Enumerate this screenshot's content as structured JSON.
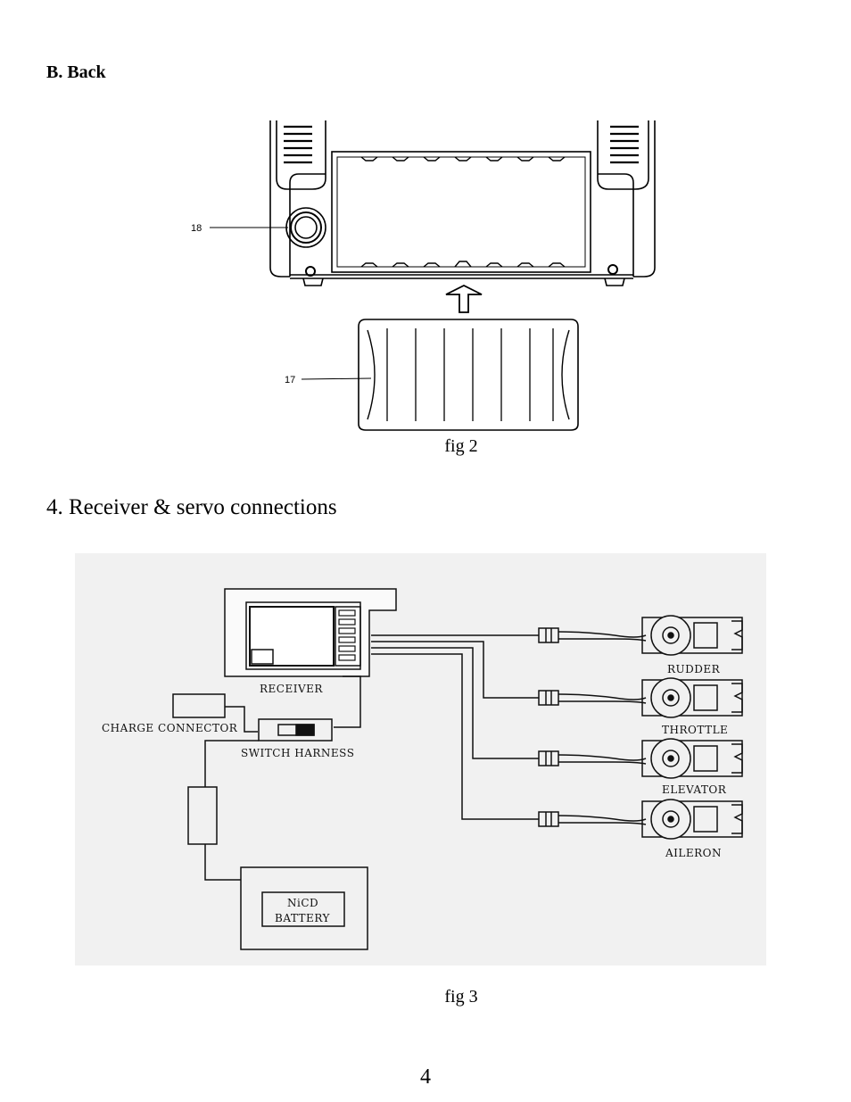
{
  "section_b": {
    "title": "B. Back"
  },
  "fig2": {
    "caption": "fig 2",
    "callouts": {
      "battery_cover": "17",
      "trainer_socket": "18"
    }
  },
  "section_4": {
    "title": "4.  Receiver & servo connections"
  },
  "fig3": {
    "caption": "fig 3",
    "labels": {
      "receiver": "RECEIVER",
      "charge_connector": "CHARGE CONNECTOR",
      "switch_harness": "SWITCH HARNESS",
      "battery_line1": "NiCD",
      "battery_line2": "BATTERY",
      "rudder": "RUDDER",
      "throttle": "THROTTLE",
      "elevator": "ELEVATOR",
      "aileron": "AILERON"
    }
  },
  "page": {
    "number": "4"
  }
}
